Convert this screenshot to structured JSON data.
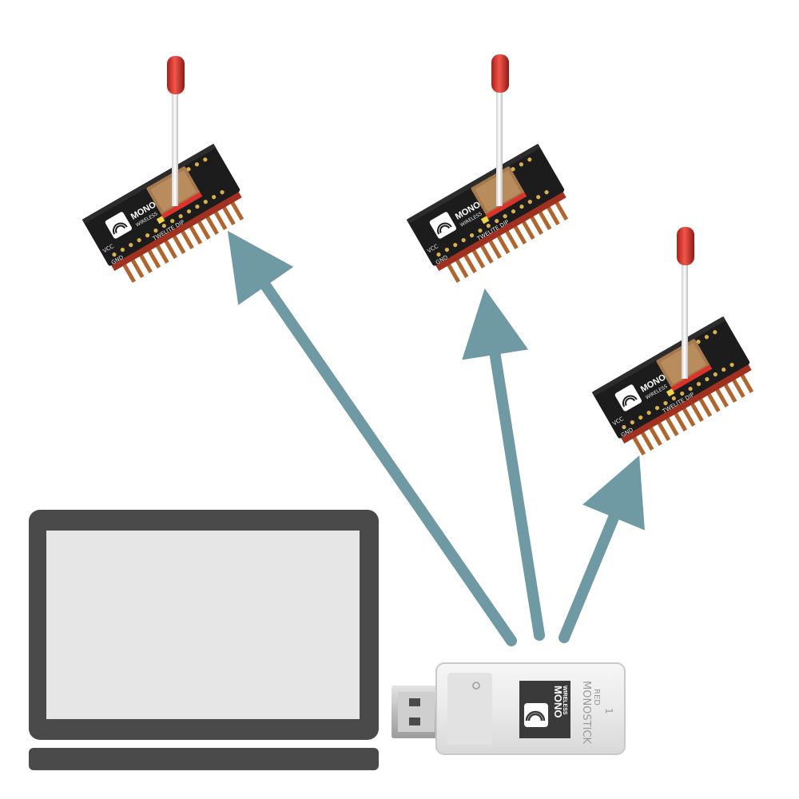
{
  "colors": {
    "arrow": "#6f99a3",
    "laptop_frame": "#4a4a4a",
    "laptop_screen": "#e6e6e6",
    "pcb": "#1c1c1c",
    "antenna_cap": "#d8342c",
    "shield": "#a67a4e",
    "stick_body": "#ececec"
  },
  "modules": [
    {
      "brand_top": "MONO",
      "brand_bottom": "WIRELESS",
      "model": "TWELITE DIP",
      "pin_gnd": "GND",
      "pin_vcc": "VCC"
    },
    {
      "brand_top": "MONO",
      "brand_bottom": "WIRELESS",
      "model": "TWELITE DIP",
      "pin_gnd": "GND",
      "pin_vcc": "VCC"
    },
    {
      "brand_top": "MONO",
      "brand_bottom": "WIRELESS",
      "model": "TWELITE DIP",
      "pin_gnd": "GND",
      "pin_vcc": "VCC"
    }
  ],
  "stick": {
    "brand_top": "MONO",
    "brand_bottom": "WIRELESS",
    "product": "MONOSTICK",
    "variant": "RED",
    "number": "1"
  },
  "icons": {
    "laptop": "laptop-icon",
    "usb": "usb-connector-icon",
    "wireless": "wireless-logo-icon"
  }
}
